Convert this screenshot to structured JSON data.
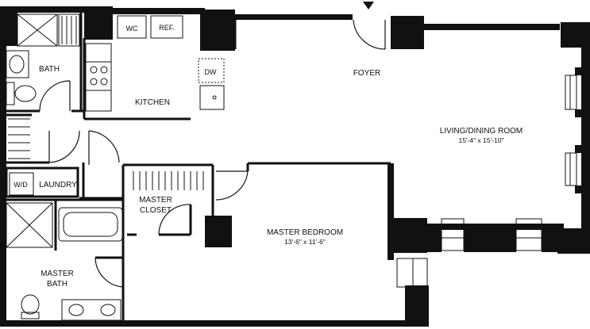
{
  "rooms": {
    "bath": "BATH",
    "kitchen": "KITCHEN",
    "foyer": "FOYER",
    "living": {
      "name": "LIVING/DINING ROOM",
      "dims": "15'-4\" x 15'-10\""
    },
    "laundry": "LAUNDRY",
    "master_closet": [
      "MASTER",
      "CLOSET"
    ],
    "master_bedroom": {
      "name": "MASTER BEDROOM",
      "dims": "13'-6\" x 11'-6\""
    },
    "master_bath": [
      "MASTER",
      "BATH"
    ]
  },
  "fixtures": {
    "wc": "WC",
    "ref": "REF.",
    "dw": "DW",
    "wd": "W/D"
  }
}
